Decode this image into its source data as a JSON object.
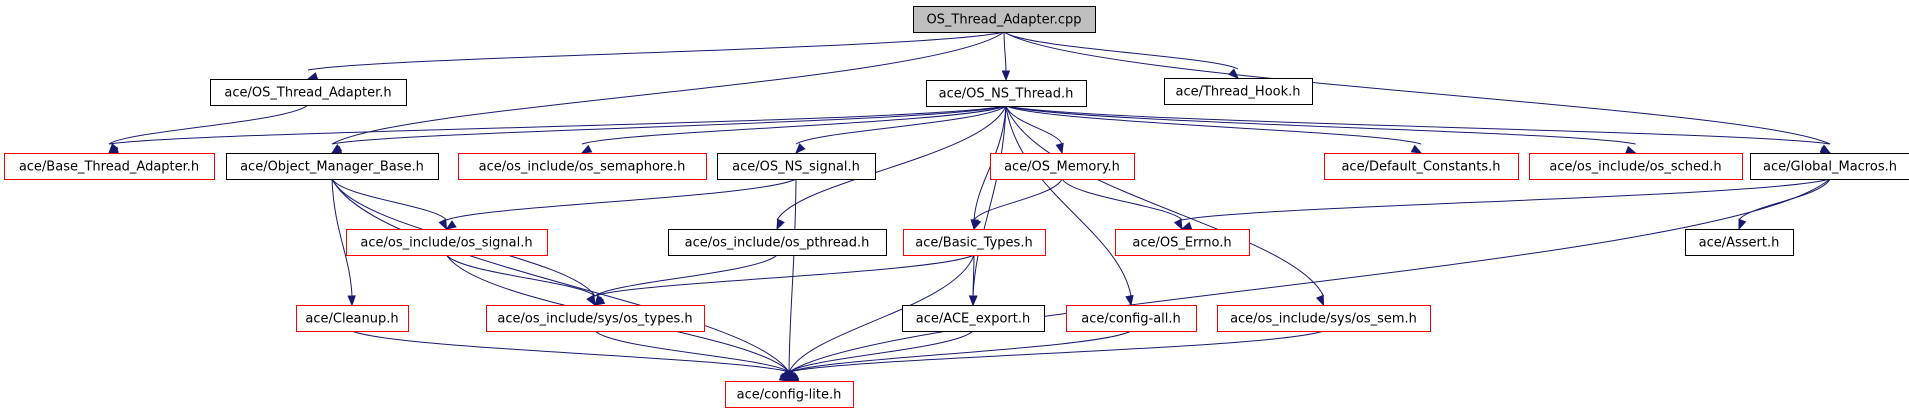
{
  "colors": {
    "documented": "#000000",
    "undocumented": "#ff0000",
    "root_fill": "#bfbfbf",
    "edge": "#191970"
  },
  "nodes": [
    {
      "id": "root",
      "label": "OS_Thread_Adapter.cpp",
      "style": "root"
    },
    {
      "id": "os_thread_adapter_h",
      "label": "ace/OS_Thread_Adapter.h",
      "style": "black"
    },
    {
      "id": "os_ns_thread_h",
      "label": "ace/OS_NS_Thread.h",
      "style": "black"
    },
    {
      "id": "thread_hook_h",
      "label": "ace/Thread_Hook.h",
      "style": "black"
    },
    {
      "id": "base_thread_adapter_h",
      "label": "ace/Base_Thread_Adapter.h",
      "style": "red"
    },
    {
      "id": "object_manager_base_h",
      "label": "ace/Object_Manager_Base.h",
      "style": "black"
    },
    {
      "id": "os_semaphore_h",
      "label": "ace/os_include/os_semaphore.h",
      "style": "red"
    },
    {
      "id": "os_ns_signal_h",
      "label": "ace/OS_NS_signal.h",
      "style": "black"
    },
    {
      "id": "os_memory_h",
      "label": "ace/OS_Memory.h",
      "style": "red"
    },
    {
      "id": "default_constants_h",
      "label": "ace/Default_Constants.h",
      "style": "red"
    },
    {
      "id": "os_sched_h",
      "label": "ace/os_include/os_sched.h",
      "style": "red"
    },
    {
      "id": "global_macros_h",
      "label": "ace/Global_Macros.h",
      "style": "black"
    },
    {
      "id": "os_signal_h",
      "label": "ace/os_include/os_signal.h",
      "style": "red"
    },
    {
      "id": "os_pthread_h",
      "label": "ace/os_include/os_pthread.h",
      "style": "black"
    },
    {
      "id": "basic_types_h",
      "label": "ace/Basic_Types.h",
      "style": "red"
    },
    {
      "id": "os_errno_h",
      "label": "ace/OS_Errno.h",
      "style": "red"
    },
    {
      "id": "assert_h",
      "label": "ace/Assert.h",
      "style": "black"
    },
    {
      "id": "cleanup_h",
      "label": "ace/Cleanup.h",
      "style": "red"
    },
    {
      "id": "sys_os_types_h",
      "label": "ace/os_include/sys/os_types.h",
      "style": "red"
    },
    {
      "id": "ace_export_h",
      "label": "ace/ACE_export.h",
      "style": "black"
    },
    {
      "id": "config_all_h",
      "label": "ace/config-all.h",
      "style": "red"
    },
    {
      "id": "sys_os_sem_h",
      "label": "ace/os_include/sys/os_sem.h",
      "style": "red"
    },
    {
      "id": "config_lite_h",
      "label": "ace/config-lite.h",
      "style": "red"
    }
  ],
  "edges": [
    [
      "root",
      "os_thread_adapter_h"
    ],
    [
      "root",
      "os_ns_thread_h"
    ],
    [
      "root",
      "thread_hook_h"
    ],
    [
      "root",
      "object_manager_base_h"
    ],
    [
      "root",
      "global_macros_h"
    ],
    [
      "os_thread_adapter_h",
      "base_thread_adapter_h"
    ],
    [
      "os_ns_thread_h",
      "base_thread_adapter_h"
    ],
    [
      "os_ns_thread_h",
      "object_manager_base_h"
    ],
    [
      "os_ns_thread_h",
      "os_semaphore_h"
    ],
    [
      "os_ns_thread_h",
      "os_ns_signal_h"
    ],
    [
      "os_ns_thread_h",
      "os_memory_h"
    ],
    [
      "os_ns_thread_h",
      "default_constants_h"
    ],
    [
      "os_ns_thread_h",
      "os_sched_h"
    ],
    [
      "os_ns_thread_h",
      "global_macros_h"
    ],
    [
      "os_ns_thread_h",
      "os_pthread_h"
    ],
    [
      "os_ns_thread_h",
      "basic_types_h"
    ],
    [
      "os_ns_thread_h",
      "ace_export_h"
    ],
    [
      "os_ns_thread_h",
      "config_all_h"
    ],
    [
      "os_ns_thread_h",
      "sys_os_sem_h"
    ],
    [
      "object_manager_base_h",
      "os_signal_h"
    ],
    [
      "object_manager_base_h",
      "cleanup_h"
    ],
    [
      "object_manager_base_h",
      "sys_os_types_h"
    ],
    [
      "object_manager_base_h",
      "config_lite_h"
    ],
    [
      "os_ns_signal_h",
      "os_signal_h"
    ],
    [
      "os_ns_signal_h",
      "config_lite_h"
    ],
    [
      "os_memory_h",
      "basic_types_h"
    ],
    [
      "os_memory_h",
      "os_errno_h"
    ],
    [
      "global_macros_h",
      "os_errno_h"
    ],
    [
      "global_macros_h",
      "assert_h"
    ],
    [
      "global_macros_h",
      "config_lite_h"
    ],
    [
      "os_signal_h",
      "sys_os_types_h"
    ],
    [
      "os_signal_h",
      "config_lite_h"
    ],
    [
      "os_pthread_h",
      "sys_os_types_h"
    ],
    [
      "basic_types_h",
      "sys_os_types_h"
    ],
    [
      "basic_types_h",
      "ace_export_h"
    ],
    [
      "basic_types_h",
      "config_lite_h"
    ],
    [
      "cleanup_h",
      "config_lite_h"
    ],
    [
      "sys_os_types_h",
      "config_lite_h"
    ],
    [
      "ace_export_h",
      "config_lite_h"
    ],
    [
      "config_all_h",
      "config_lite_h"
    ],
    [
      "sys_os_sem_h",
      "config_lite_h"
    ]
  ]
}
